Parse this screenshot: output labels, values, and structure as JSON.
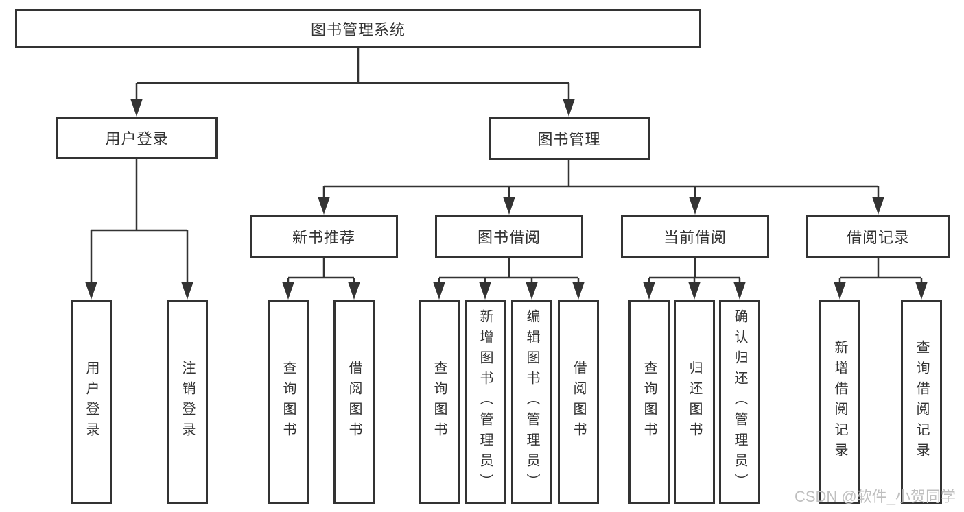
{
  "diagram": {
    "title": "图书管理系统",
    "level2": [
      {
        "label": "用户登录",
        "children": [
          "用户登录",
          "注销登录"
        ]
      },
      {
        "label": "图书管理",
        "children": [
          "新书推荐",
          "图书借阅",
          "当前借阅",
          "借阅记录"
        ]
      }
    ],
    "level3": [
      {
        "label": "新书推荐",
        "children": [
          "查询图书",
          "借阅图书"
        ]
      },
      {
        "label": "图书借阅",
        "children": [
          "查询图书",
          "新增图书（管理员）",
          "编辑图书（管理员）",
          "借阅图书"
        ]
      },
      {
        "label": "当前借阅",
        "children": [
          "查询图书",
          "归还图书",
          "确认归还（管理员）"
        ]
      },
      {
        "label": "借阅记录",
        "children": [
          "新增借阅记录",
          "查询借阅记录"
        ]
      }
    ],
    "watermark": "CSDN @软件_小贺同学",
    "colors": {
      "line": "#333333",
      "text": "#333333",
      "background": "#ffffff",
      "watermark": "#bfbfbf"
    }
  }
}
